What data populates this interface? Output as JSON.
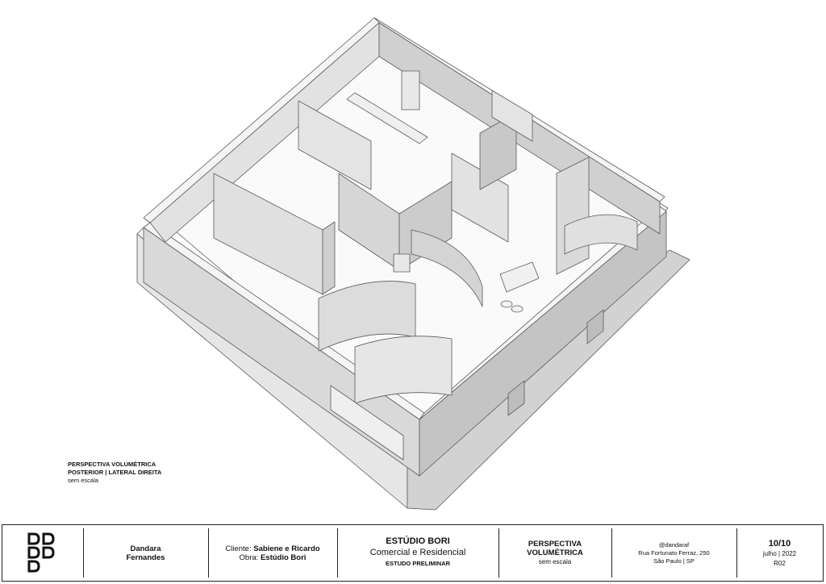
{
  "caption": {
    "line1": "PERSPECTIVA VOLUMÉTRICA",
    "line2": "POSTERIOR | LATERAL DIREITA",
    "line3": "sem escala"
  },
  "titleblock": {
    "author_line1": "Dandara",
    "author_line2": "Fernandes",
    "client_label": "Cliente:",
    "client_value": "Sabiene e Ricardo",
    "work_label": "Obra:",
    "work_value": "Estúdio Bori",
    "office_title": "ESTÚDIO BORI",
    "office_subtitle": "Comercial e Residencial",
    "office_phase": "ESTUDO PRELIMINAR",
    "sheet_title_line1": "PERSPECTIVA",
    "sheet_title_line2": "VOLUMÉTRICA",
    "sheet_scale": "sem escala",
    "handle": "@dandaraf",
    "address_line1": "Rua Fortunato Ferraz, 250",
    "address_line2": "São Paulo | SP",
    "page": "10/10",
    "date": "julho | 2022",
    "revision": "R02"
  },
  "colors": {
    "wall_top": "#f4f4f4",
    "wall_left": "#d9d9d9",
    "wall_right": "#c4c4c4",
    "floor": "#fafafa",
    "line": "#5a5a5a"
  }
}
